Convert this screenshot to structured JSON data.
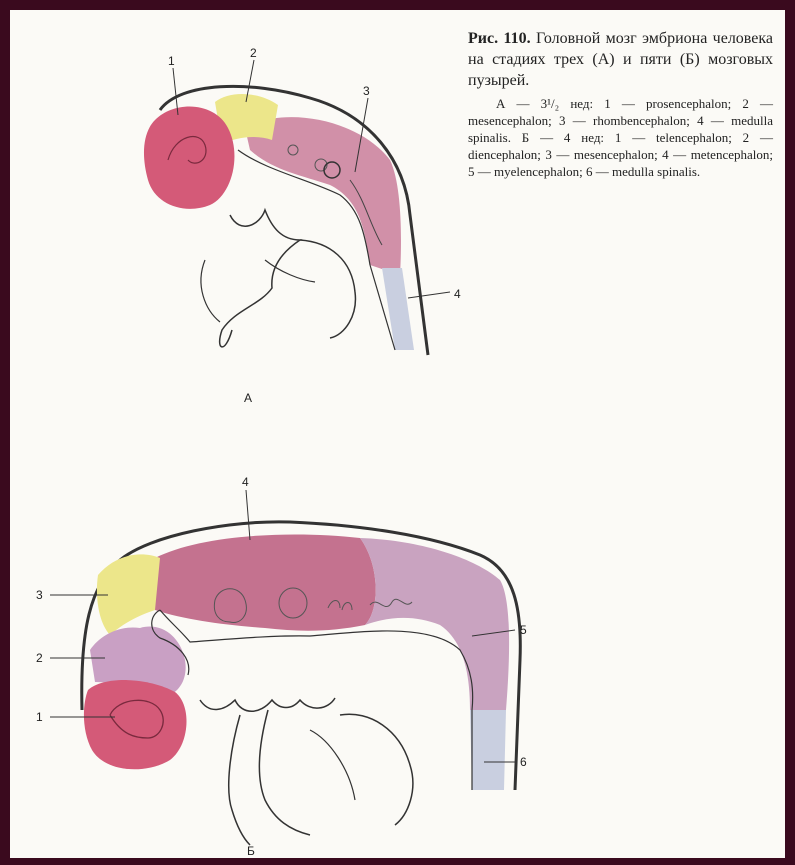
{
  "caption": {
    "figure_label": "Рис. 110.",
    "title": "Головной мозг эмбриона человека на стадиях трех (А) и пяти (Б) мозговых пузырей.",
    "body": "А — 3¹/₂ нед: 1 — prosencephalon; 2 — mesencephalon; 3 — rhombencephalon; 4 — medulla spinalis. Б — 4 нед: 1 — telencephalon; 2 — diencephalon; 3 — mesencephalon; 4 — metencephalon; 5 — myelencephalon; 6 — medulla spinalis."
  },
  "figure_a": {
    "panel_label": "А",
    "numbers": [
      "1",
      "2",
      "3",
      "4"
    ]
  },
  "figure_b": {
    "panel_label": "Б",
    "numbers": [
      "1",
      "2",
      "3",
      "4",
      "5",
      "6"
    ]
  },
  "colors": {
    "background": "#3a0a1e",
    "paper": "#fbfaf6",
    "prosencephalon": "#d45a78",
    "mesencephalon": "#ece68a",
    "rhombencephalon": "#c97d9a",
    "diencephalon": "#c9a0c4",
    "spinal_cord": "#c9cfe0"
  }
}
